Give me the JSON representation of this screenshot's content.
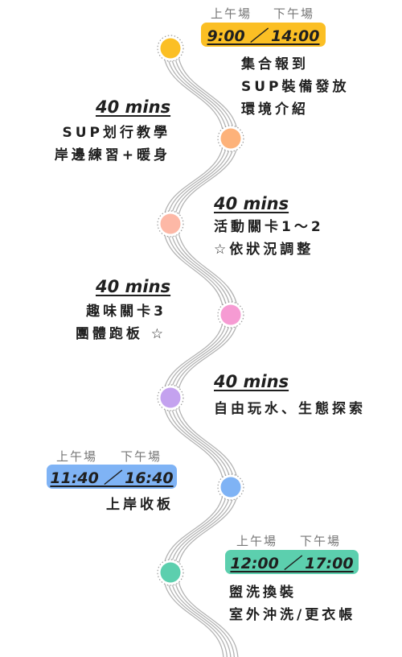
{
  "session_labels": {
    "morning": "上午場",
    "afternoon": "下午場"
  },
  "colors": {
    "dot1": "#fbbf24",
    "dot2": "#fdb27a",
    "dot3": "#fdb8a6",
    "dot4": "#f69bd3",
    "dot5": "#c4a2ef",
    "dot6": "#7fb3f5",
    "dot7": "#5ccfae",
    "box1": "#fbbf24",
    "box2": "#7fb3f5",
    "box3": "#5ccfae",
    "path": "#b3b3b3"
  },
  "steps": [
    {
      "time": "9:00 ／ 14:00",
      "lines": [
        "集合報到",
        "SUP裝備發放",
        "環境介紹"
      ]
    },
    {
      "duration": "40 mins",
      "lines": [
        "SUP划行教學",
        "岸邊練習+暖身"
      ]
    },
    {
      "duration": "40 mins",
      "lines": [
        "活動關卡1～2",
        "☆依狀況調整"
      ]
    },
    {
      "duration": "40 mins",
      "lines": [
        "趣味關卡3",
        "團體跑板 ☆"
      ]
    },
    {
      "duration": "40 mins",
      "lines": [
        "自由玩水、生態探索"
      ]
    },
    {
      "time": "11:40 ／ 16:40",
      "lines": [
        "上岸收板"
      ]
    },
    {
      "time": "12:00 ／ 17:00",
      "lines": [
        "盥洗換裝",
        "室外沖洗/更衣帳"
      ]
    }
  ]
}
